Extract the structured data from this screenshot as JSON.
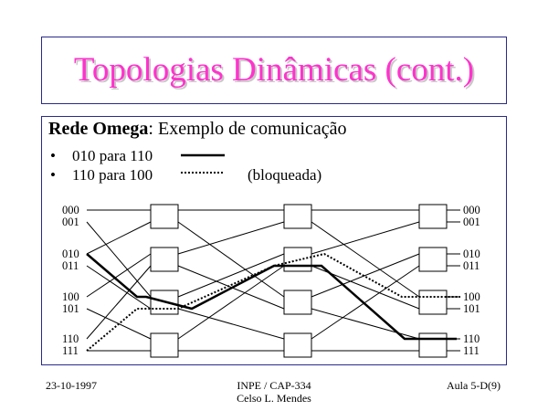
{
  "title": "Topologias Dinâmicas (cont.)",
  "heading": {
    "bold": "Rede Omega",
    "rest": ": Exemplo de comunicação"
  },
  "bullets": [
    {
      "bullet": "•",
      "text": "010 para 110",
      "style": "solid"
    },
    {
      "bullet": "•",
      "text": "110 para 100",
      "style": "dotted"
    }
  ],
  "blocked_label": "(bloqueada)",
  "ports_left": [
    "000",
    "001",
    "010",
    "011",
    "100",
    "101",
    "110",
    "111"
  ],
  "ports_right": [
    "000",
    "001",
    "010",
    "011",
    "100",
    "101",
    "110",
    "111"
  ],
  "footer": {
    "date": "23-10-1997",
    "center_line1": "INPE / CAP-334",
    "center_line2": "Celso L. Mendes",
    "page": "Aula 5-D(9)"
  },
  "colors": {
    "title": "#ff33cc",
    "border": "#2a2a8a"
  }
}
